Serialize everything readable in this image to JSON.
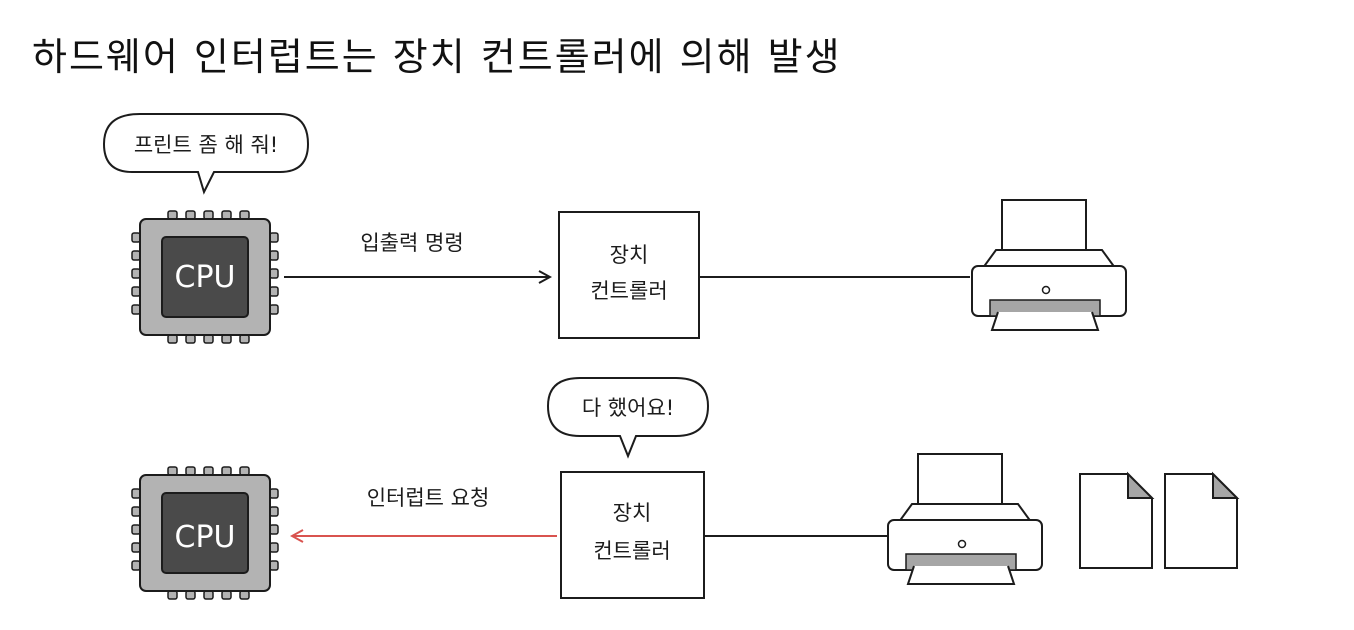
{
  "title": "하드웨어 인터럽트는 장치 컨트롤러에 의해 발생",
  "top_row": {
    "cpu_label": "CPU",
    "speech": "프린트 좀 해 줘!",
    "arrow_label": "입출력 명령",
    "controller_line1": "장치",
    "controller_line2": "컨트롤러"
  },
  "bottom_row": {
    "cpu_label": "CPU",
    "speech": "다 했어요!",
    "arrow_label": "인터럽트 요청",
    "controller_line1": "장치",
    "controller_line2": "컨트롤러"
  },
  "colors": {
    "chip_outer": "#b3b3b3",
    "chip_inner": "#4a4a4a",
    "interrupt_arrow": "#d9534f",
    "paper_fold": "#a6a6a6",
    "printer_slot": "#a6a6a6"
  }
}
